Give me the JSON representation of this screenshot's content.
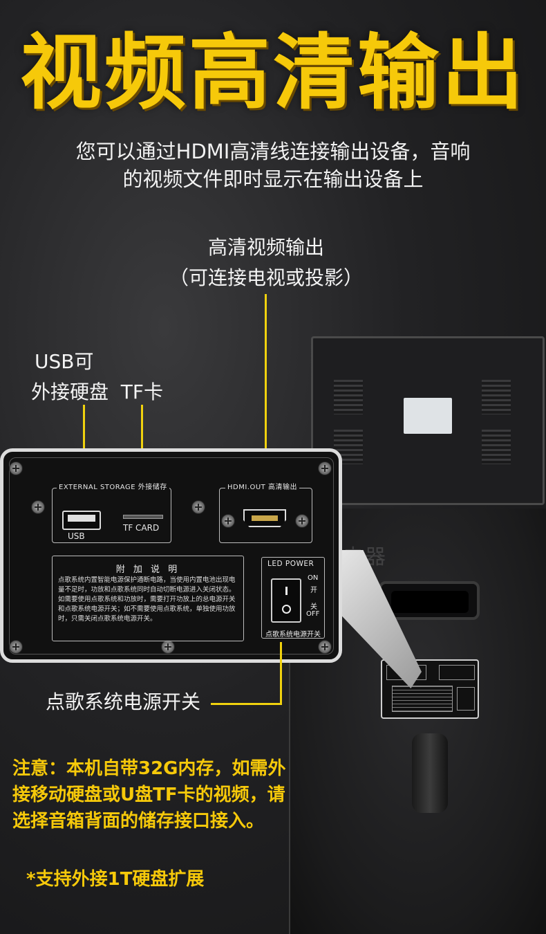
{
  "header": {
    "title": "视频高清输出",
    "subtitle_line1": "您可以通过HDMI高清线连接输出设备，音响",
    "subtitle_line2": "的视频文件即时显示在输出设备上"
  },
  "callouts": {
    "hdmi_line1": "高清视频输出",
    "hdmi_line2": "（可连接电视或投影）",
    "usb_line1": "USB可",
    "usb_line2": "外接硬盘  TF卡",
    "power_switch": "点歌系统电源开关"
  },
  "panel": {
    "external_storage_title": "EXTERNAL STORAGE 外接储存",
    "usb_label": "USB",
    "tf_label": "TF CARD",
    "hdmi_title": "HDMI.OUT 高清输出",
    "notes_title": "附 加 说 明",
    "notes_text": "点歌系统内置智能电源保护通断电路，当使用内置电池出现电量不足时，功放和点歌系统同时自动切断电源进入关闭状态。如需要使用点歌系统和功放时，需要打开功放上的总电源开关和点歌系统电源开关；如不需要使用点歌系统，单独使用功放时，只需关闭点歌系统电源开关。",
    "switch_title": "LED POWER",
    "switch_on": "ON",
    "switch_on_cn": "开",
    "switch_off_cn": "关",
    "switch_off": "OFF",
    "switch_caption": "点歌系统电源开关"
  },
  "watermark": "研奇电器",
  "notes": {
    "main": "注意：本机自带32G内存，如需外接移动硬盘或U盘TF卡的视频，请选择音箱背面的储存接口接入。",
    "star": "*支持外接1T硬盘扩展"
  },
  "colors": {
    "accent_yellow": "#f6c90a",
    "line_yellow": "#f1d20e",
    "background": "#1c1c1e"
  }
}
